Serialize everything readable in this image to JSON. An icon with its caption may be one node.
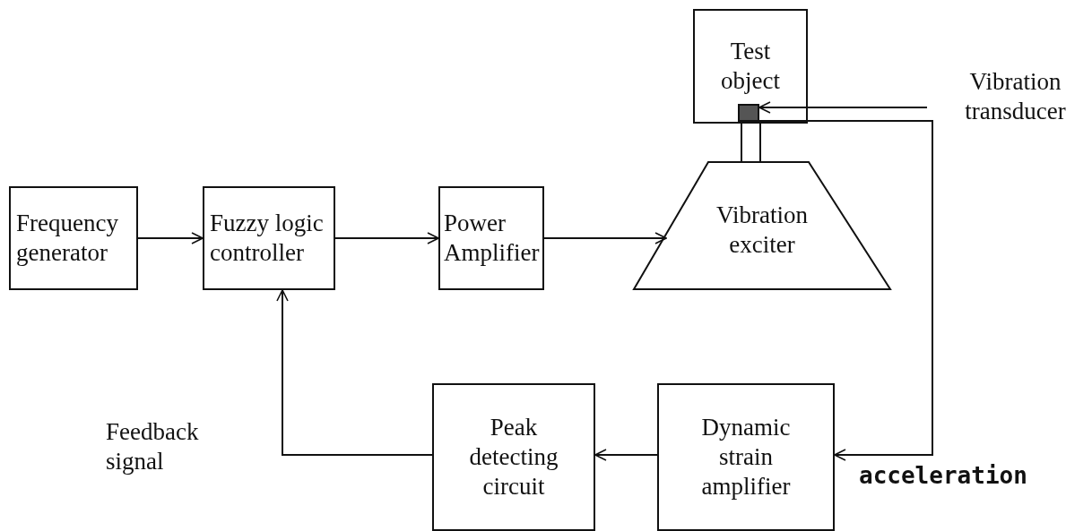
{
  "diagram": {
    "nodes": [
      {
        "text": [
          "Frequency generator"
        ]
      },
      {
        "text": [
          "Fuzzy logic controller"
        ]
      },
      {
        "text": [
          "Power Amplifier"
        ]
      },
      {
        "text": [
          "Vibration exciter"
        ]
      },
      {
        "text": [
          "Test object"
        ]
      },
      {
        "text": [],
        "shape": "box",
        "in": 4
      },
      {
        "text": [
          "Vibration transducer"
        ]
      },
      {
        "text": [
          "Dynamic strain amplifier"
        ]
      },
      {
        "text": [
          "Peak detecting circuit"
        ]
      }
    ],
    "edges": [
      {
        "from": 0,
        "to": 1,
        "arrow": "to"
      },
      {
        "from": 1,
        "to": 2,
        "arrow": "to"
      },
      {
        "from": 2,
        "to": 3,
        "arrow": "to"
      },
      {
        "from": 3,
        "to": 4,
        "arrow": "none"
      },
      {
        "from": 6,
        "to": 5,
        "arrow": "to"
      },
      {
        "from": 5,
        "to": 7,
        "arrow": "to",
        "label": "acceleration"
      },
      {
        "from": 7,
        "to": 8,
        "arrow": "to"
      },
      {
        "from": 8,
        "to": 1,
        "arrow": "to"
      }
    ],
    "labels": [
      "Feedback signal"
    ]
  }
}
